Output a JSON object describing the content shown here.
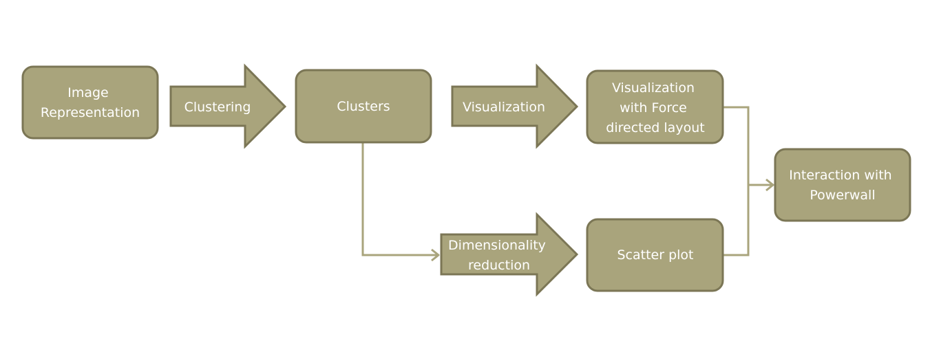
{
  "colors": {
    "fill": "#a9a47c",
    "stroke": "#7b7655",
    "connector": "#a9a47c",
    "text": "#ffffff"
  },
  "boxes": {
    "image_representation": [
      "Image",
      "Representation"
    ],
    "clusters": [
      "Clusters"
    ],
    "visualization_force": [
      "Visualization",
      "with Force",
      "directed layout"
    ],
    "scatter_plot": [
      "Scatter plot"
    ],
    "interaction_powerwall": [
      "Interaction with",
      "Powerwall"
    ]
  },
  "arrows": {
    "clustering": [
      "Clustering"
    ],
    "visualization": [
      "Visualization"
    ],
    "dimensionality_reduction": [
      "Dimensionality",
      "reduction"
    ]
  }
}
